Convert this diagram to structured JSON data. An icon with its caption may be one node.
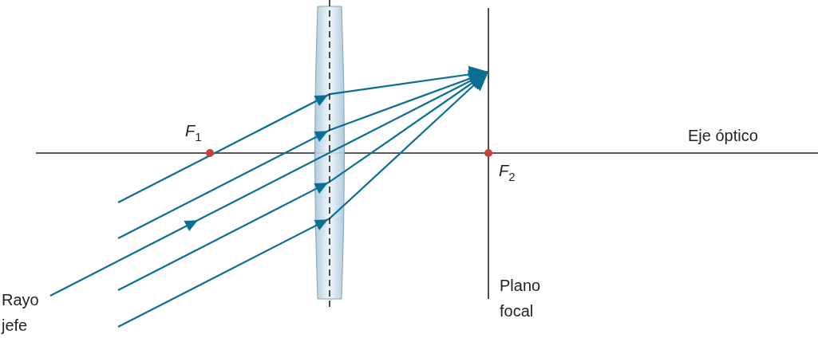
{
  "diagram": {
    "labels": [
      "*F*$_{1}$",
      "Eje óptico",
      "*F*$_{2}$",
      "Rayo jefe",
      "Plano focal"
    ]
  }
}
